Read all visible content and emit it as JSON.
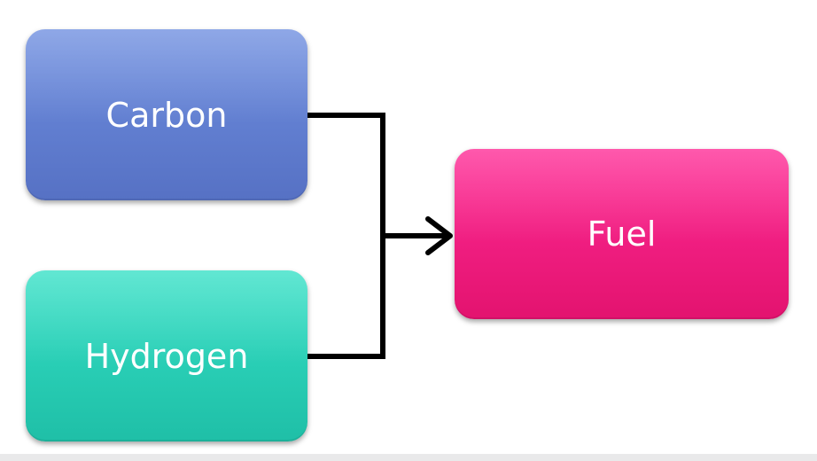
{
  "diagram": {
    "nodes": [
      {
        "id": "carbon",
        "label": "Carbon",
        "color": "#5f7fd4"
      },
      {
        "id": "hydrogen",
        "label": "Hydrogen",
        "color": "#26cfb5"
      },
      {
        "id": "fuel",
        "label": "Fuel",
        "color": "#f41a82"
      }
    ],
    "edges": [
      {
        "from": "carbon",
        "to": "fuel"
      },
      {
        "from": "hydrogen",
        "to": "fuel"
      }
    ],
    "connector_color": "#000000"
  }
}
